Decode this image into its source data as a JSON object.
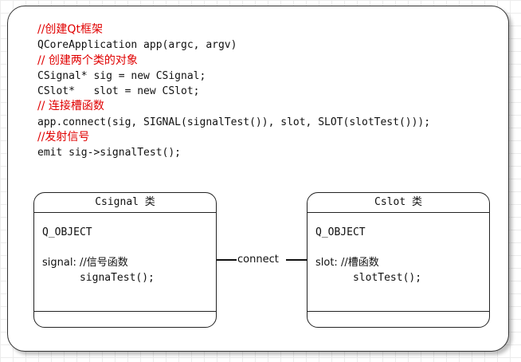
{
  "code": {
    "lines": [
      {
        "text": "//创建Qt框架",
        "kind": "comment"
      },
      {
        "text": "QCoreApplication app(argc, argv)",
        "kind": "code"
      },
      {
        "text": "// 创建两个类的对象",
        "kind": "comment"
      },
      {
        "text": "CSignal* sig = new CSignal;",
        "kind": "code"
      },
      {
        "text": "CSlot*   slot = new CSlot;",
        "kind": "code"
      },
      {
        "text": "// 连接槽函数",
        "kind": "comment"
      },
      {
        "text": "app.connect(sig, SIGNAL(signalTest()), slot, SLOT(slotTest()));",
        "kind": "code"
      },
      {
        "text": "//发射信号",
        "kind": "comment"
      },
      {
        "text": "emit sig->signalTest();",
        "kind": "code"
      }
    ]
  },
  "diagram": {
    "signal_class": {
      "title": "Csignal 类",
      "macro": "Q_OBJECT",
      "section": "signal: //信号函数",
      "member": "signaTest();"
    },
    "slot_class": {
      "title": "Cslot 类",
      "macro": "Q_OBJECT",
      "section": "slot: //槽函数",
      "member": "slotTest();"
    },
    "connector_label": "connect"
  },
  "colors": {
    "comment": "#e00000",
    "code": "#111111",
    "border": "#222222"
  }
}
